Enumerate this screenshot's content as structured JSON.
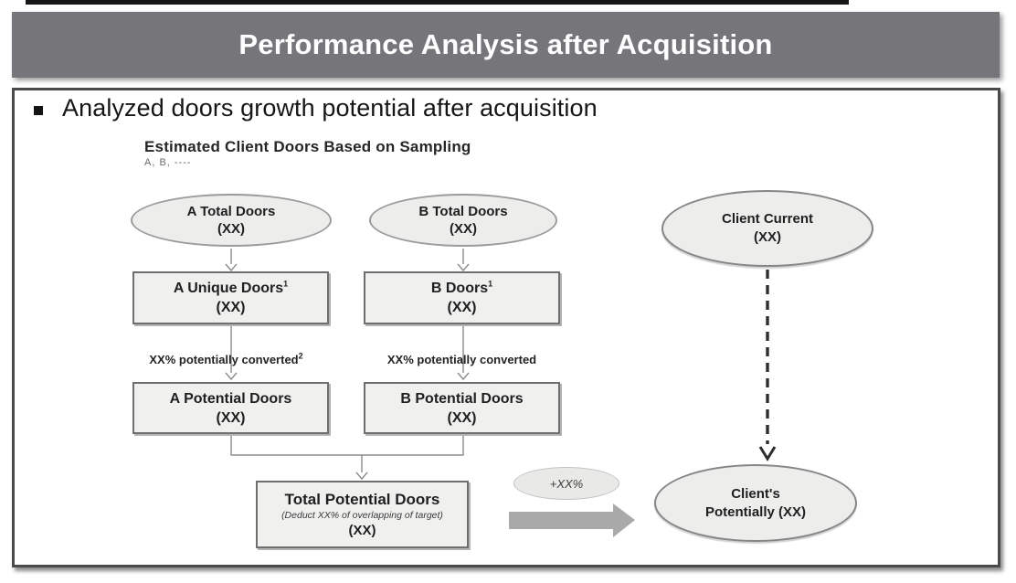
{
  "header": {
    "title": "Performance Analysis after Acquisition"
  },
  "content": {
    "bullet_text": "Analyzed doors growth potential after acquisition",
    "diagram_title": "Estimated Client Doors Based on Sampling",
    "diagram_subtitle": "A, B, ----"
  },
  "flowchart": {
    "a_total": {
      "title": "A Total Doors",
      "value": "(XX)"
    },
    "b_total": {
      "title": "B Total Doors",
      "value": "(XX)"
    },
    "a_unique": {
      "title": "A Unique Doors",
      "sup": "1",
      "value": "(XX)"
    },
    "b_doors": {
      "title": "B Doors",
      "sup": "1",
      "value": "(XX)"
    },
    "a_convert_label": {
      "text": "XX% potentially converted",
      "sup": "2"
    },
    "b_convert_label": {
      "text": "XX% potentially converted",
      "sup": ""
    },
    "a_potential": {
      "title": "A Potential Doors",
      "value": "(XX)"
    },
    "b_potential": {
      "title": "B Potential Doors",
      "value": "(XX)"
    },
    "total_potential": {
      "title": "Total Potential Doors",
      "note": "(Deduct XX% of overlapping of target)",
      "value": "(XX)"
    },
    "uplift_badge": {
      "text": "+XX%"
    },
    "client_current": {
      "title": "Client Current",
      "value": "(XX)"
    },
    "client_potential": {
      "title": "Client's",
      "value": "Potentially (XX)"
    }
  },
  "colors": {
    "header_bg": "#76767a",
    "header_text": "#ffffff",
    "content_border": "#4a4a4a",
    "node_fill": "#f0f0ef",
    "node_border": "#6e6e6e",
    "ellipse_fill": "#ededec",
    "ellipse_border": "#9b9b9b",
    "connector": "#8c8c8c",
    "dashed_arrow": "#2e2e2e",
    "big_arrow": "#a9a9a9",
    "body_text": "#161616"
  }
}
